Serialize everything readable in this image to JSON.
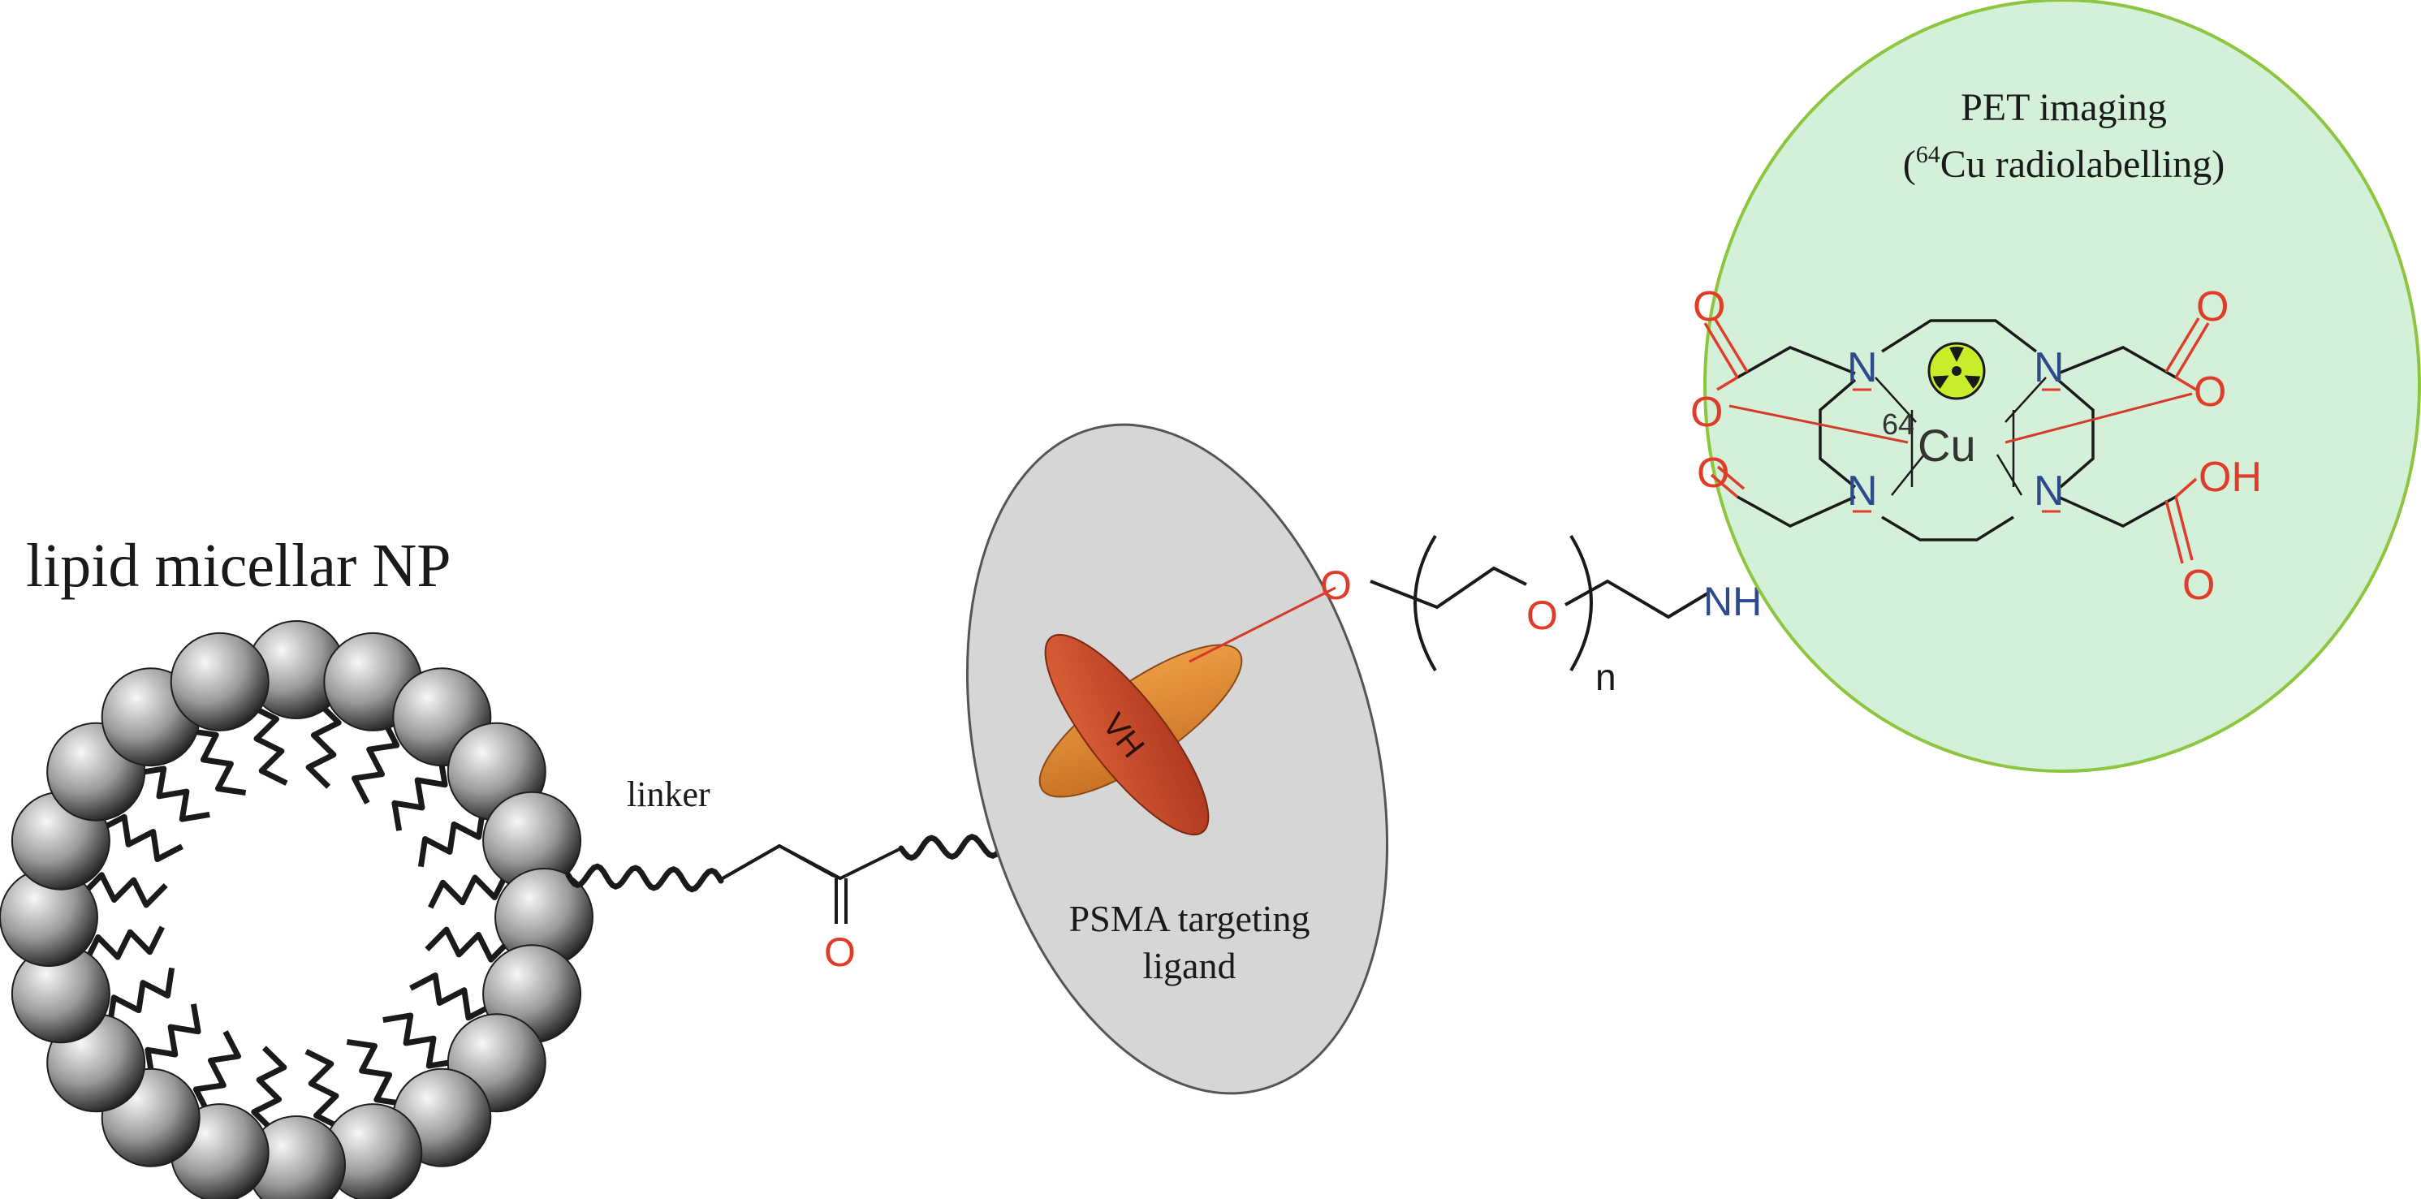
{
  "labels": {
    "micelle_title": "lipid micellar NP",
    "linker": "linker",
    "psma_line1": "PSMA targeting",
    "psma_line2": "ligand",
    "pet_line1": "PET imaging",
    "pet_line2_open": "(",
    "pet_line2_isotope": "64",
    "pet_line2_rest": "Cu radiolabelling)",
    "vh": "VH",
    "peg_repeat": "n"
  },
  "atoms": {
    "carbonyl_o": "O",
    "ether_o1": "O",
    "ether_o2": "O",
    "amide_nh": "NH",
    "n1": "N",
    "n2": "N",
    "n3": "N",
    "n4": "N",
    "o_top_left": "O",
    "o_left_coord": "O",
    "o_top_right": "O",
    "o_right_coord": "O",
    "o_mid_left": "O",
    "oh_right": "OH",
    "o_bottom_right": "O",
    "cu_mass": "64",
    "cu_symbol": "Cu"
  },
  "colors": {
    "micelle_sphere_light": "#f2f2f2",
    "micelle_sphere_dark": "#2a2a2a",
    "psma_ellipse": "#d6d6d6",
    "pet_ellipse_fill": "#d4f0d8",
    "pet_ellipse_stroke": "#8cc63f",
    "vh_red": "#c8492a",
    "vh_orange": "#e08a36",
    "oxygen_red": "#e03c2a",
    "nitrogen_blue": "#2c4a8c",
    "bond_black": "#222222",
    "radiation_yellow": "#c8ee2a"
  },
  "icons": {
    "radiation": "radiation-icon"
  }
}
